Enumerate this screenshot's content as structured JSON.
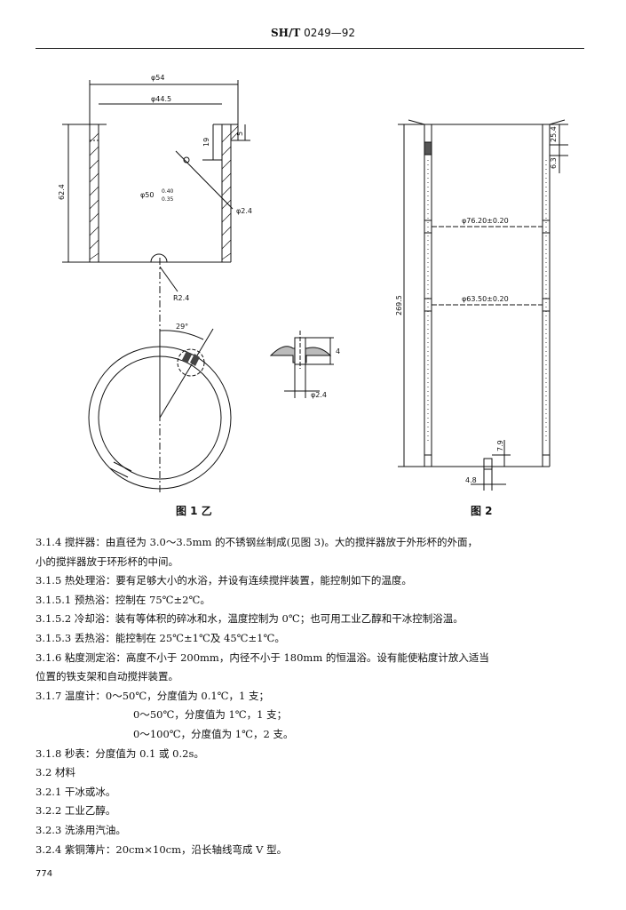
{
  "header": {
    "std": "SH/T",
    "code": "0249—92"
  },
  "figures": {
    "fig1": {
      "caption": "图 1 乙",
      "dims": {
        "d_outer": "φ54",
        "d_inner": "φ44.5",
        "d_body": "φ50",
        "tol_up": "0.40",
        "tol_lo": "0.35",
        "h_total": "62.4",
        "h_top": "19",
        "h_lip": "5",
        "hole": "φ2.4",
        "notch": "R2.4",
        "angle": "29°",
        "pin_h": "4",
        "pin_d": "φ2.4"
      }
    },
    "fig2": {
      "caption": "图 2",
      "dims": {
        "d1": "φ76.20±0.20",
        "d2": "φ63.50±0.20",
        "h": "269.5",
        "h_top": "25.4",
        "h_step": "6.3",
        "h_bot": "7.9",
        "w_tab": "4.8"
      }
    }
  },
  "paragraphs": [
    "3.1.4   搅拌器：由直径为 3.0～3.5mm 的不锈钢丝制成(见图 3)。大的搅拌器放于外形杯的外面，",
    "小的搅拌器放于环形杯的中间。",
    "3.1.5   热处理浴：要有足够大小的水浴，并设有连续搅拌装置，能控制如下的温度。",
    "3.1.5.1   预热浴：控制在 75℃±2℃。",
    "3.1.5.2   冷却浴：装有等体积的碎冰和水，温度控制为 0℃；也可用工业乙醇和干冰控制浴温。",
    "3.1.5.3   丢热浴：能控制在 25℃±1℃及 45℃±1℃。",
    "3.1.6   粘度测定浴：高度不小于 200mm，内径不小于 180mm 的恒温浴。设有能使粘度计放入适当",
    "位置的铁支架和自动搅拌装置。",
    "3.1.7   温度计：0～50℃，分度值为 0.1℃，1 支；",
    "0～50℃，分度值为 1℃，1 支；",
    "0～100℃，分度值为 1℃，2 支。",
    "3.1.8   秒表：分度值为 0.1 或 0.2s。",
    "3.2   材料",
    "3.2.1   干冰或冰。",
    "3.2.2   工业乙醇。",
    "3.2.3   洗涤用汽油。",
    "3.2.4   紫铜薄片：20cm×10cm，沿长轴线弯成 V 型。"
  ],
  "page_number": "774"
}
